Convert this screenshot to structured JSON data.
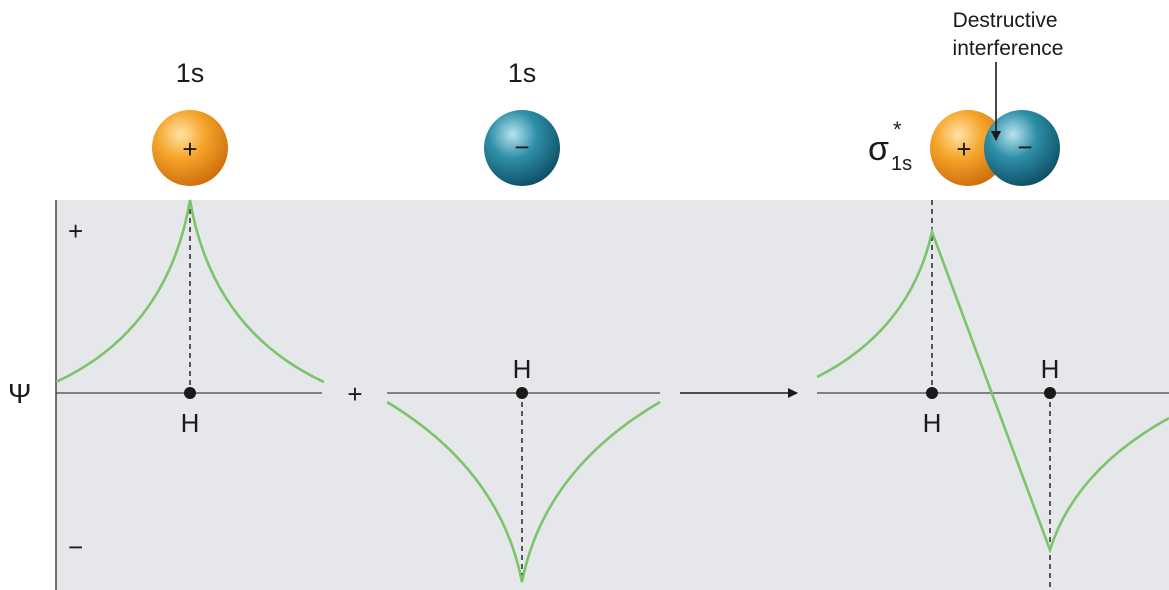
{
  "orbital_labels": {
    "left": "1s",
    "middle": "1s",
    "result_symbol": "σ",
    "result_superscript": "*",
    "result_subscript": "1s"
  },
  "annotation": "Destructive\ninterference",
  "signs": {
    "axis_plus": "+",
    "axis_minus": "−",
    "combine": "+",
    "left_sphere": "+",
    "middle_sphere": "−",
    "result_left_sphere": "+",
    "result_right_sphere": "−"
  },
  "axis_label": "Ψ",
  "nucleus_label": "H",
  "colors": {
    "panel": "#e6e7ea",
    "curve": "#7bc46a",
    "orange": "#f29a1c",
    "teal": "#1f7f98",
    "text": "#1a1a1a"
  }
}
